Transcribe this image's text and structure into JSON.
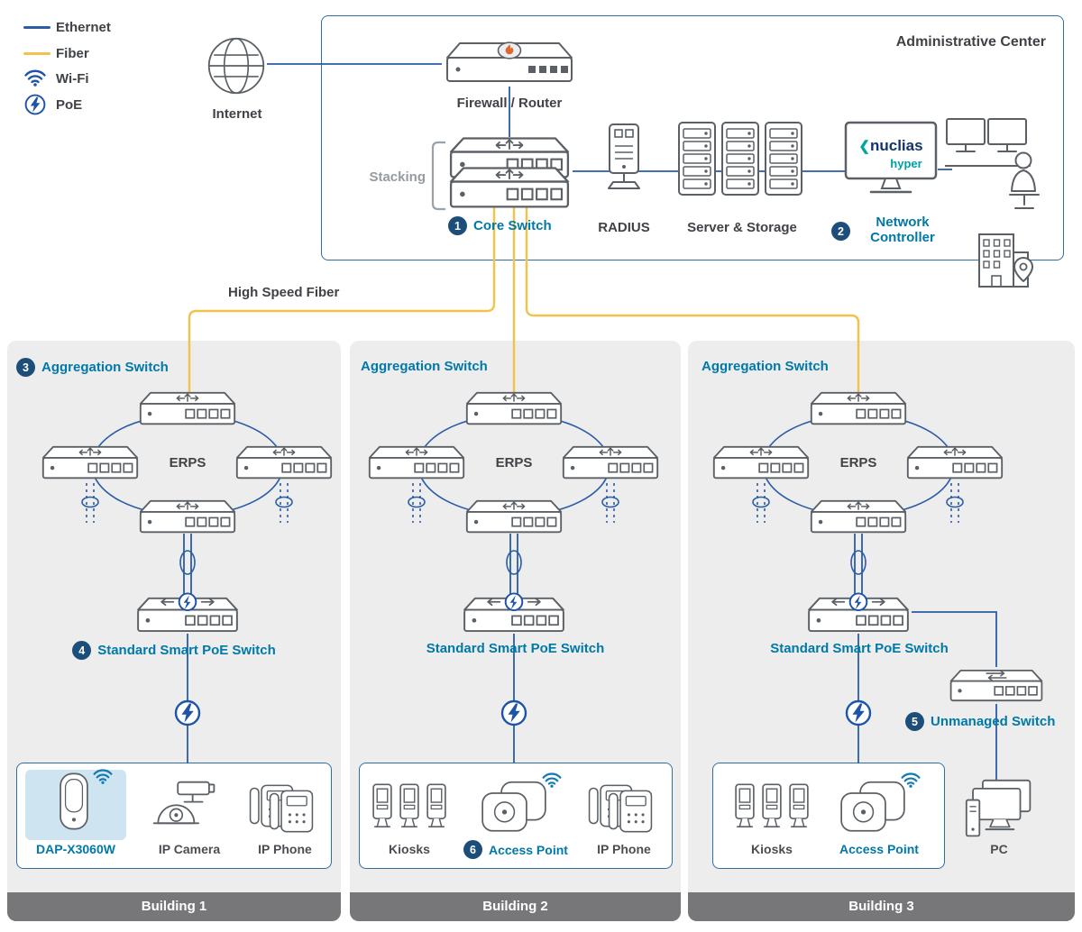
{
  "colors": {
    "ethernet": "#2a5ca8",
    "fiber": "#f2c24c",
    "label_teal": "#0078a8",
    "badge_navy": "#1d4e79",
    "panel_gray": "#ededed",
    "footer_gray": "#777779",
    "box_border_blue": "#2e6da4",
    "highlight_blue": "#cfe4f1",
    "flame_orange": "#e0662f"
  },
  "legend": {
    "items": [
      {
        "icon": "ethernet-line",
        "label": "Ethernet"
      },
      {
        "icon": "fiber-line",
        "label": "Fiber"
      },
      {
        "icon": "wifi-icon",
        "label": "Wi-Fi"
      },
      {
        "icon": "poe-icon",
        "label": "PoE"
      }
    ]
  },
  "internet_label": "Internet",
  "admin": {
    "title": "Administrative Center",
    "firewall_label": "Firewall / Router",
    "stacking_label": "Stacking",
    "core_switch": {
      "badge": "1",
      "label": "Core Switch"
    },
    "radius_label": "RADIUS",
    "server_storage_label": "Server & Storage",
    "network_controller": {
      "badge": "2",
      "label": "Network Controller"
    },
    "nuclias": {
      "mark": "❮",
      "brand": "nuclias",
      "sub": "hyper"
    }
  },
  "fiber_label": "High Speed Fiber",
  "buildings": [
    {
      "name": "Building 1",
      "aggregation": {
        "badge": "3",
        "label": "Aggregation Switch"
      },
      "erps_label": "ERPS",
      "poe_switch": {
        "badge": "4",
        "label": "Standard Smart PoE Switch"
      },
      "devices": [
        {
          "label": "DAP-X3060W",
          "highlight": true
        },
        {
          "label": "IP Camera"
        },
        {
          "label": "IP Phone"
        }
      ]
    },
    {
      "name": "Building 2",
      "aggregation": {
        "label": "Aggregation Switch"
      },
      "erps_label": "ERPS",
      "poe_switch": {
        "label": "Standard Smart PoE Switch"
      },
      "devices": [
        {
          "label": "Kiosks"
        },
        {
          "badge": "6",
          "label": "Access Point"
        },
        {
          "label": "IP Phone"
        }
      ]
    },
    {
      "name": "Building 3",
      "aggregation": {
        "label": "Aggregation Switch"
      },
      "erps_label": "ERPS",
      "poe_switch": {
        "label": "Standard Smart PoE Switch"
      },
      "unmanaged_switch": {
        "badge": "5",
        "label": "Unmanaged Switch"
      },
      "devices": [
        {
          "label": "Kiosks"
        },
        {
          "label": "Access Point"
        }
      ],
      "pc_label": "PC"
    }
  ]
}
